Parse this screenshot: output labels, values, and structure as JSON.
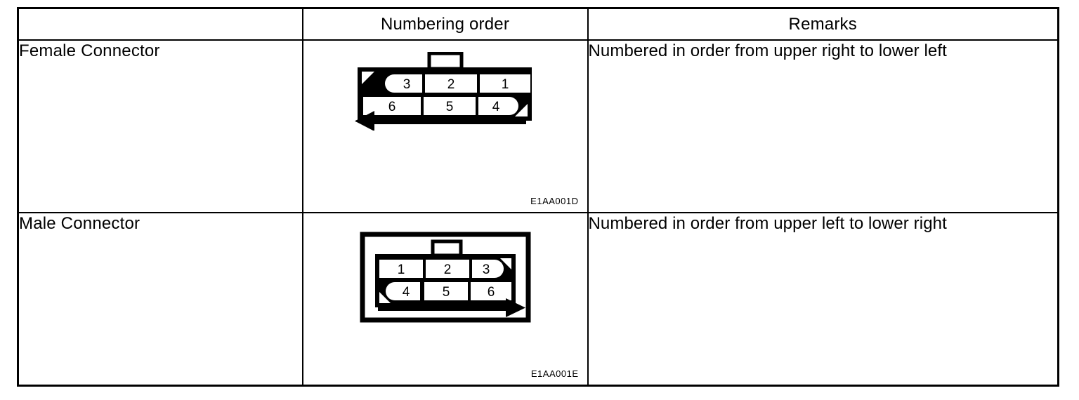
{
  "table": {
    "headers": [
      {
        "label": "",
        "name": "header-type"
      },
      {
        "label": "Numbering order",
        "name": "header-numbering-order"
      },
      {
        "label": "Remarks",
        "name": "header-remarks"
      }
    ],
    "rows": [
      {
        "type": "Female Connector",
        "remark": "Numbered in order from upper right to lower left",
        "figure_code": "E1AA001D",
        "figure": {
          "kind": "female-connector",
          "top_pins": [
            "3",
            "2",
            "1"
          ],
          "bottom_pins": [
            "6",
            "5",
            "4"
          ],
          "rounded_end_top": "left",
          "rounded_end_bottom": "right",
          "arrow_direction": "left",
          "has_outer_frame": false,
          "has_top_tab": true
        }
      },
      {
        "type": "Male Connector",
        "remark": "Numbered in order from upper left to lower right",
        "figure_code": "E1AA001E",
        "figure": {
          "kind": "male-connector",
          "top_pins": [
            "1",
            "2",
            "3"
          ],
          "bottom_pins": [
            "4",
            "5",
            "6"
          ],
          "rounded_end_top": "right",
          "rounded_end_bottom": "left",
          "arrow_direction": "right",
          "has_outer_frame": true,
          "has_top_tab": true
        }
      }
    ]
  },
  "colors": {
    "ink": "#000000",
    "paper": "#ffffff"
  }
}
